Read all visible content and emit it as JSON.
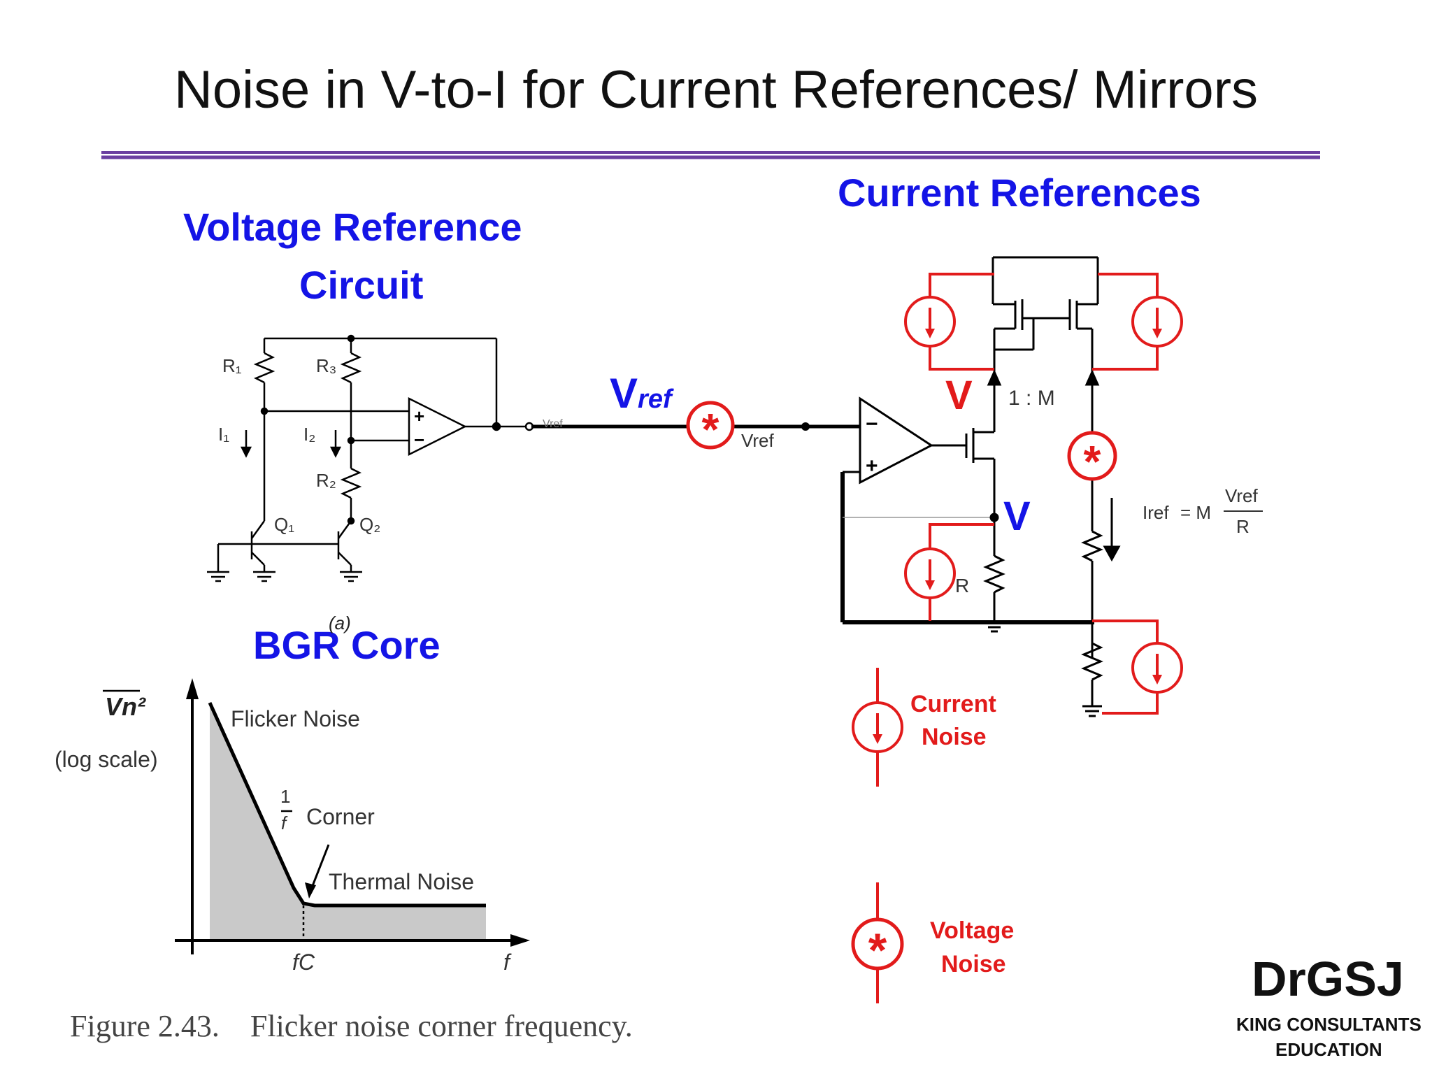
{
  "slide": {
    "title": "Noise in V-to-I for Current References/ Mirrors",
    "heading_voltage_reference": [
      "Voltage Reference",
      "Circuit"
    ],
    "heading_current_references": "Current References",
    "heading_bgr_core": "BGR Core",
    "bgr_subcaption": "(a)"
  },
  "bgr_circuit": {
    "r1": "R₁",
    "r2": "R₂",
    "r3": "R₃",
    "i1": "I₁",
    "i2": "I₂",
    "q1": "Q₁",
    "q2": "Q₂",
    "plus": "+",
    "minus": "−",
    "vref_small": "Vref"
  },
  "vref_label": {
    "main": "V",
    "sub": "ref"
  },
  "current_reference": {
    "vref_small": "Vref",
    "ratio": "1 : M",
    "v_red": "V",
    "v_blue": "V",
    "r_label": "R",
    "iref_formula": "Iref = M Vref / R",
    "iref_lhs": "Iref",
    "iref_eq": "= M",
    "iref_num": "Vref",
    "iref_den": "R"
  },
  "legend": {
    "current_noise": [
      "Current",
      "Noise"
    ],
    "voltage_noise": [
      "Voltage",
      "Noise"
    ]
  },
  "noise_graph": {
    "ylabel_symbol": "Vn²",
    "ylabel_scale": "(log scale)",
    "flicker": "Flicker Noise",
    "corner": "Corner",
    "one_over_f_num": "1",
    "one_over_f_den": "f",
    "thermal": "Thermal Noise",
    "fc": "fC",
    "f": "f",
    "caption": "Figure 2.43.    Flicker noise corner frequency."
  },
  "logo": {
    "brand": "DrGSJ",
    "line1": "KING CONSULTANTS",
    "line2": "EDUCATION"
  },
  "colors": {
    "title_rule": "#6a3fa0",
    "heading_blue": "#1414e6",
    "noise_red": "#e21b1b",
    "graph_fill": "#c9c9c9"
  }
}
